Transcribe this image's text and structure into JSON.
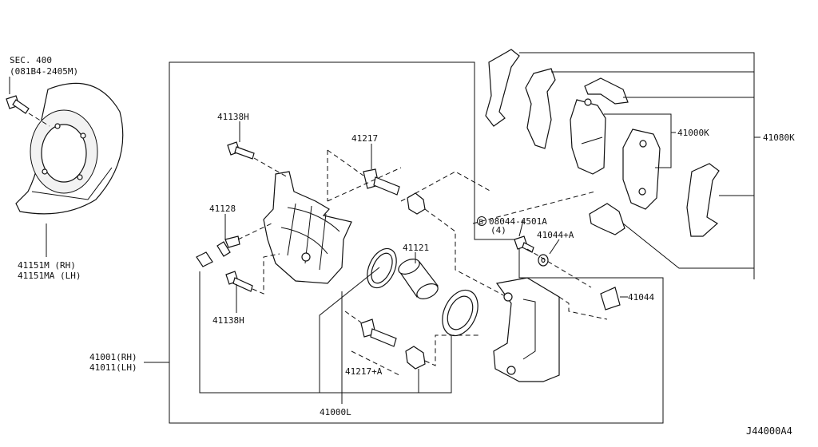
{
  "labels": {
    "sec400_a": "SEC. 400",
    "sec400_b": "(081B4-2405M)",
    "p41151m": "41151M  (RH)",
    "p41151ma": "41151MA (LH)",
    "p41138h_top": "41138H",
    "p41217": "41217",
    "p41128": "41128",
    "p41138h_bottom": "41138H",
    "p41121": "41121",
    "p41001": "41001(RH)",
    "p41011": "41011(LH)",
    "p41217a": "41217+A",
    "p41000l": "41000L",
    "bolt_prefix": "B",
    "p08044": "08044-4501A",
    "p08044_qty": "(4)",
    "p41044a": "41044+A",
    "p41044": "41044",
    "p41000k": "41000K",
    "p41080k": "41080K",
    "diagram_code": "J44000A4"
  }
}
